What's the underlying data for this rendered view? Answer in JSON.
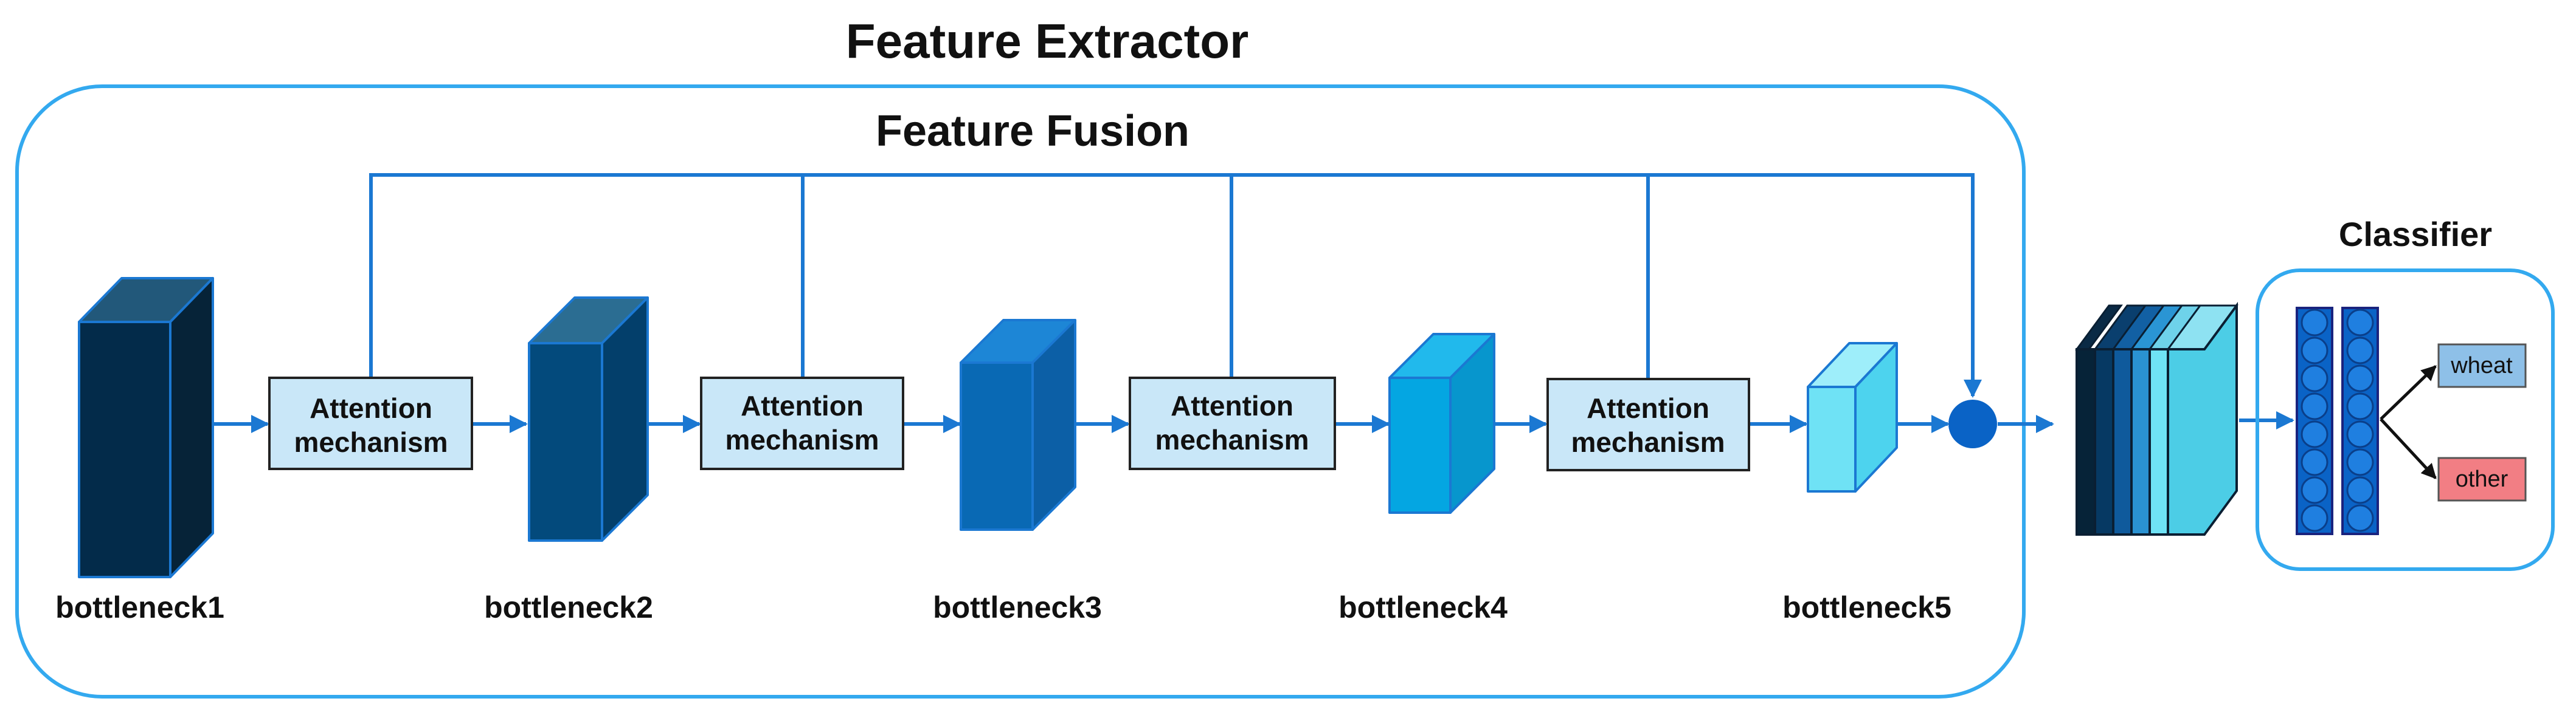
{
  "feature_extractor": {
    "title": "Feature Extractor"
  },
  "feature_fusion": {
    "title": "Feature Fusion"
  },
  "bottlenecks": [
    {
      "label": "bottleneck1",
      "front": "#032b4a",
      "top": "#22587a",
      "side": "#062338"
    },
    {
      "label": "bottleneck2",
      "front": "#034a7c",
      "top": "#2b6d92",
      "side": "#033f6b"
    },
    {
      "label": "bottleneck3",
      "front": "#0969b4",
      "top": "#1d86d6",
      "side": "#0c5fa6"
    },
    {
      "label": "bottleneck4",
      "front": "#04a6e2",
      "top": "#21b9ec",
      "side": "#0796cd"
    },
    {
      "label": "bottleneck5",
      "front": "#6fe2f5",
      "top": "#9eeefa",
      "side": "#4dd3ee"
    }
  ],
  "attention": {
    "line1": "Attention",
    "line2": "mechanism"
  },
  "classifier": {
    "title": "Classifier",
    "outputs": [
      {
        "label": "wheat",
        "color": "#8ec0e8"
      },
      {
        "label": "other",
        "color": "#f27e84"
      }
    ]
  },
  "colors": {
    "frame": "#33a9ef",
    "arrow": "#1b78d2",
    "attention_fill": "#c9e7f8",
    "fusion_node": "#0a63c6"
  }
}
